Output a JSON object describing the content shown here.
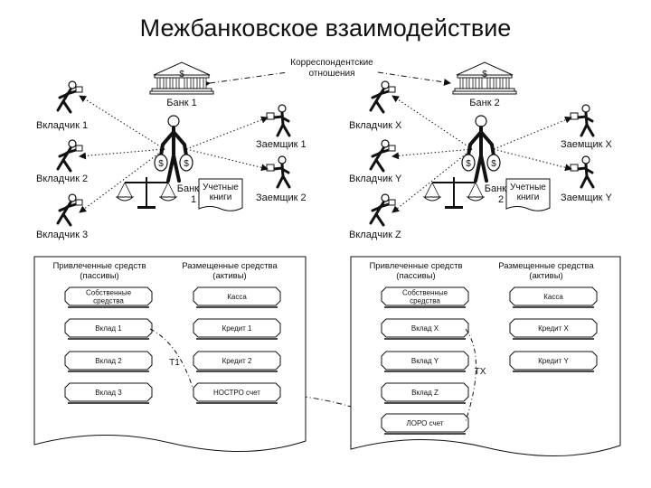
{
  "title": "Межбанковское взаимодействие",
  "corr": [
    "Корреспондентские",
    "отношения"
  ],
  "left": {
    "bank": "Банк 1",
    "depositors": [
      "Вкладчик 1",
      "Вкладчик 2",
      "Вкладчик 3"
    ],
    "borrowers": [
      "Заемщик 1",
      "Заемщик 2"
    ],
    "banker": [
      "Банкир",
      "1"
    ],
    "books": [
      "Учетные",
      "книги"
    ],
    "liab_header": [
      "Привлеченные средств",
      "(пассивы)"
    ],
    "asset_header": [
      "Размещенные средства",
      "(активы)"
    ],
    "liab_items": [
      [
        "Собственные",
        "средства"
      ],
      [
        "Вклад 1"
      ],
      [
        "Вклад 2"
      ],
      [
        "Вклад 3"
      ]
    ],
    "asset_items": [
      "Касса",
      "Кредит 1",
      "Кредит 2",
      "НОСТРО счет"
    ],
    "transfer": "T1"
  },
  "right": {
    "bank": "Банк 2",
    "depositors": [
      "Вкладчик X",
      "Вкладчик Y",
      "Вкладчик Z"
    ],
    "borrowers": [
      "Заемщик X",
      "Заемщик Y"
    ],
    "banker": [
      "Банкир",
      "2"
    ],
    "books": [
      "Учетные",
      "книги"
    ],
    "liab_header": [
      "Привлеченные средств",
      "(пассивы)"
    ],
    "asset_header": [
      "Размещенные средства",
      "(активы)"
    ],
    "liab_items": [
      [
        "Собственные",
        "средства"
      ],
      [
        "Вклад X"
      ],
      [
        "Вклад Y"
      ],
      [
        "Вклад Z"
      ],
      [
        "ЛОРО счет"
      ]
    ],
    "asset_items": [
      "Касса",
      "Кредит X",
      "Кредит Y"
    ],
    "transfer": "TX"
  },
  "icons": {
    "dollar": "$"
  }
}
